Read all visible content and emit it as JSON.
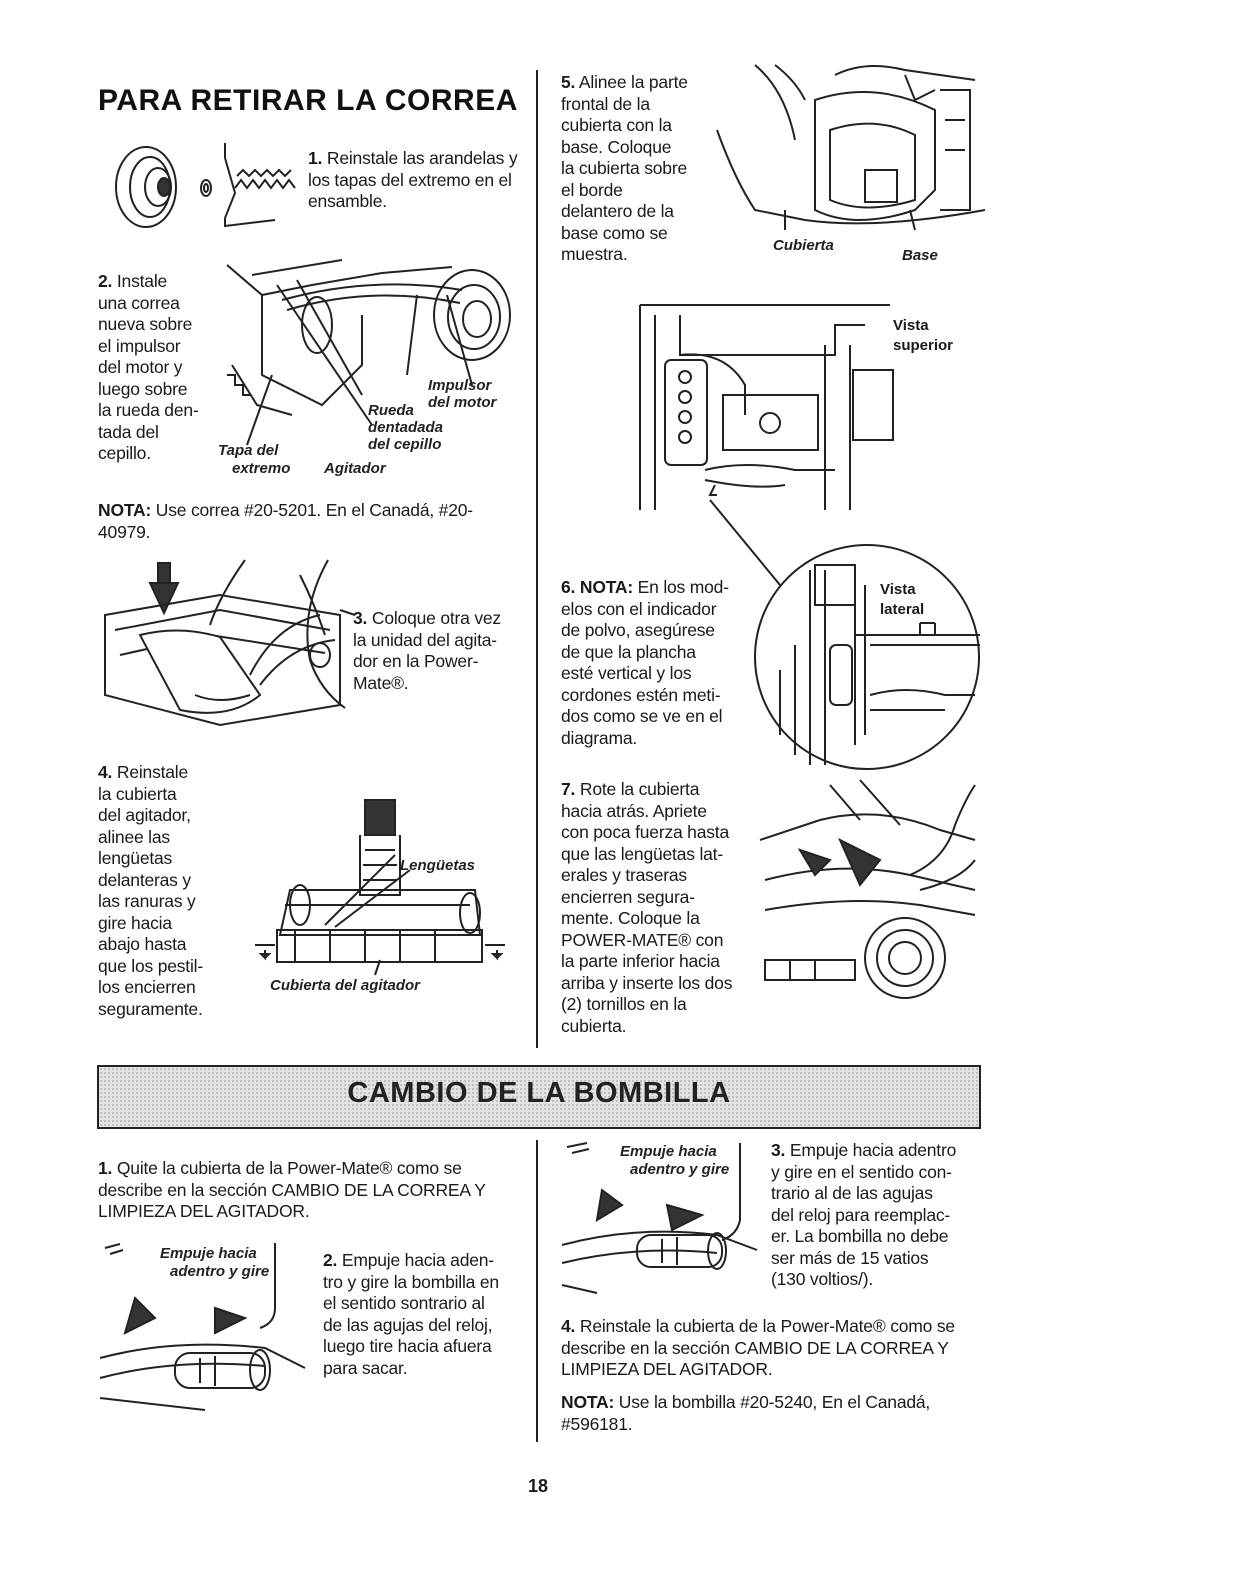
{
  "sections": {
    "belt_title": "PARA RETIRAR LA CORREA",
    "bulb_title": "CAMBIO DE LA BOMBILLA"
  },
  "belt_steps": {
    "step1": {
      "num": "1.",
      "text": "Reinstale las arandelas y los tapas del extremo en el ensamble."
    },
    "step2": {
      "num": "2.",
      "lines": [
        "Instale",
        "una correa",
        "nueva sobre",
        "el impulsor",
        "del motor y",
        "luego sobre",
        "la rueda den-",
        "tada del",
        "cepillo."
      ]
    },
    "step2_labels": {
      "impulsor_1": "Impulsor",
      "impulsor_2": "del motor",
      "rueda_1": "Rueda",
      "rueda_2": "dentadada",
      "rueda_3": "del cepillo",
      "tapa_1": "Tapa del",
      "tapa_2": "extremo",
      "agitador": "Agitador"
    },
    "nota": {
      "label": "NOTA:",
      "text": "Use correa #20-5201. En el Canadá, #20-40979."
    },
    "step3": {
      "num": "3.",
      "lines": [
        "Coloque otra vez",
        "la unidad del agita-",
        "dor en la Power-",
        "Mate®."
      ]
    },
    "step4": {
      "num": "4.",
      "lines": [
        "Reinstale",
        "la cubierta",
        "del agitador,",
        "alinee las",
        "lengüetas",
        "delanteras y",
        "las ranuras y",
        "gire hacia",
        "abajo hasta",
        "que los pestil-",
        "los encierren",
        "seguramente."
      ]
    },
    "step4_labels": {
      "lenguetas": "Lengüetas",
      "cubierta_agitador": "Cubierta del agitador"
    },
    "step5": {
      "num": "5.",
      "lines": [
        "Alinee la parte",
        "frontal de la",
        "cubierta con la",
        "base. Coloque",
        "la cubierta sobre",
        "el borde",
        "delantero de la",
        "base como se",
        "muestra."
      ]
    },
    "step5_labels": {
      "cubierta": "Cubierta",
      "base": "Base"
    },
    "top_view": {
      "line1": "Vista",
      "line2": "superior"
    },
    "step6": {
      "num": "6.",
      "label": "NOTA:",
      "lines": [
        "En los mod-",
        "elos con el indicador",
        "de polvo, asegúrese",
        "de que la plancha",
        "esté vertical y los",
        "cordones estén meti-",
        "dos como se ve en el",
        "diagrama."
      ]
    },
    "side_view": {
      "line1": "Vista",
      "line2": "lateral"
    },
    "step7": {
      "num": "7.",
      "lines": [
        "Rote la cubierta",
        "hacia atrás. Apriete",
        "con poca fuerza hasta",
        "que las lengüetas lat-",
        "erales y traseras",
        "encierren segura-",
        "mente. Coloque la",
        "POWER-MATE® con",
        "la parte inferior hacia",
        "arriba y inserte los dos",
        "(2) tornillos en la",
        "cubierta."
      ]
    }
  },
  "bulb_steps": {
    "step1": {
      "num": "1.",
      "lines": [
        "Quite la cubierta de la Power-Mate® como se",
        "describe en la sección CAMBIO DE LA CORREA Y",
        "LIMPIEZA DEL AGITADOR."
      ]
    },
    "push_label": {
      "line1": "Empuje hacia",
      "line2": "adentro y gire"
    },
    "step2": {
      "num": "2.",
      "lines": [
        "Empuje hacia aden-",
        "tro y gire la bombilla en",
        "el sentido sontrario al",
        "de las agujas del reloj,",
        "luego tire hacia afuera",
        "para sacar."
      ]
    },
    "step3": {
      "num": "3.",
      "lines": [
        "Empuje hacia adentro",
        "y gire en el sentido con-",
        "trario al de las agujas",
        "del reloj para reemplac-",
        "er. La bombilla no debe",
        "ser más de 15 vatios",
        "(130 voltios/)."
      ]
    },
    "step4": {
      "num": "4.",
      "lines": [
        "Reinstale la cubierta de la Power-Mate® como se",
        "describe en la sección CAMBIO DE LA CORREA Y",
        "LIMPIEZA DEL AGITADOR."
      ]
    },
    "nota": {
      "label": "NOTA:",
      "lines": [
        "Use la bombilla #20-5240, En el Canadá,",
        "#596181."
      ]
    }
  },
  "page_number": "18",
  "icons": [
    "end-cap-icon",
    "washer-icon",
    "spring-icon",
    "belt-drive-icon",
    "agitator-insert-icon",
    "agitator-cover-icon",
    "cover-base-icon",
    "top-view-icon",
    "side-view-icon",
    "rotate-cover-icon",
    "bulb-twist-icon"
  ]
}
